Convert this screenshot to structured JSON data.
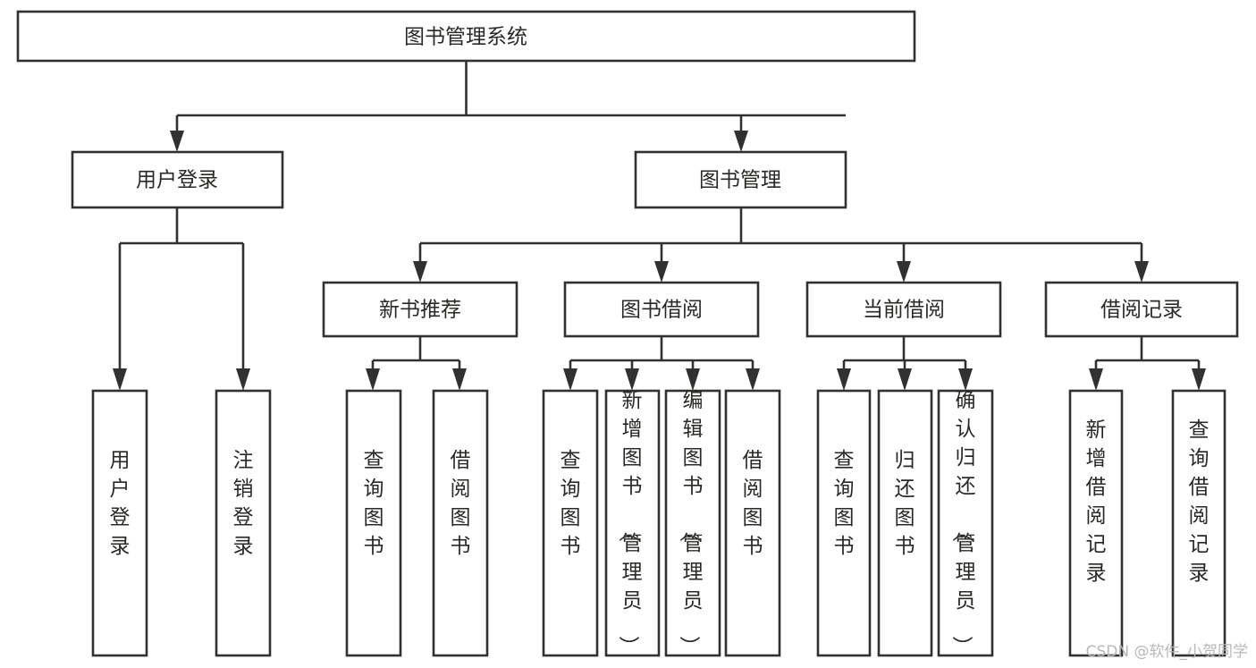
{
  "diagram": {
    "type": "tree",
    "title": "图书管理系统",
    "watermark": "CSDN @软件_小贺同学",
    "colors": {
      "stroke": "#33312f",
      "fill": "#ffffff",
      "text": "#2b2926",
      "watermark": "#b8b8b8",
      "background": "#ffffff"
    },
    "levels": {
      "root": {
        "label": "图书管理系统"
      },
      "level2": [
        {
          "id": "user-login",
          "label": "用户登录"
        },
        {
          "id": "book-manage",
          "label": "图书管理"
        }
      ],
      "level3": [
        {
          "id": "new-book-recommend",
          "label": "新书推荐",
          "parent": "book-manage"
        },
        {
          "id": "book-borrow",
          "label": "图书借阅",
          "parent": "book-manage"
        },
        {
          "id": "current-borrow",
          "label": "当前借阅",
          "parent": "book-manage"
        },
        {
          "id": "borrow-record",
          "label": "借阅记录",
          "parent": "book-manage"
        }
      ],
      "leaves": [
        {
          "id": "leaf-user-login",
          "label": "用户登录",
          "parent": "user-login"
        },
        {
          "id": "leaf-user-logout",
          "label": "注销登录",
          "parent": "user-login"
        },
        {
          "id": "leaf-query-book-1",
          "label": "查询图书",
          "parent": "new-book-recommend"
        },
        {
          "id": "leaf-borrow-book-1",
          "label": "借阅图书",
          "parent": "new-book-recommend"
        },
        {
          "id": "leaf-query-book-2",
          "label": "查询图书",
          "parent": "book-borrow"
        },
        {
          "id": "leaf-add-book",
          "label": "新增图书（管理员）",
          "parent": "book-borrow"
        },
        {
          "id": "leaf-edit-book",
          "label": "编辑图书（管理员）",
          "parent": "book-borrow"
        },
        {
          "id": "leaf-borrow-book-2",
          "label": "借阅图书",
          "parent": "book-borrow"
        },
        {
          "id": "leaf-query-book-3",
          "label": "查询图书",
          "parent": "current-borrow"
        },
        {
          "id": "leaf-return-book",
          "label": "归还图书",
          "parent": "current-borrow"
        },
        {
          "id": "leaf-confirm-return",
          "label": "确认归还（管理员）",
          "parent": "current-borrow"
        },
        {
          "id": "leaf-add-record",
          "label": "新增借阅记录",
          "parent": "borrow-record"
        },
        {
          "id": "leaf-query-record",
          "label": "查询借阅记录",
          "parent": "borrow-record"
        }
      ]
    }
  }
}
